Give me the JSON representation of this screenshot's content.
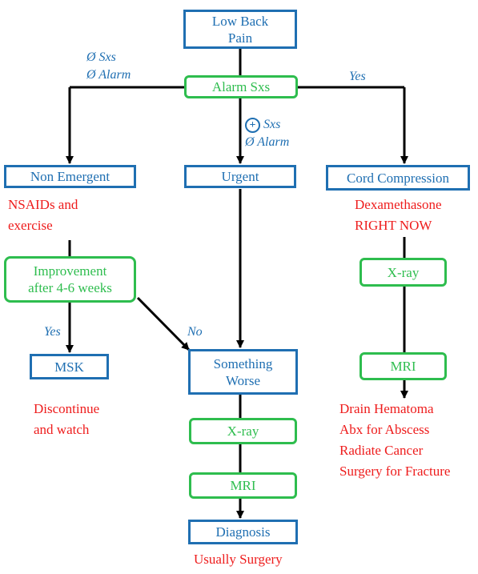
{
  "boxes": {
    "low_back_pain": [
      "Low Back",
      "Pain"
    ],
    "alarm_sxs": "Alarm Sxs",
    "non_emergent": "Non Emergent",
    "urgent": "Urgent",
    "cord_compression": "Cord Compression",
    "improvement": [
      "Improvement",
      "after 4-6 weeks"
    ],
    "msk": "MSK",
    "something_worse": [
      "Something",
      "Worse"
    ],
    "xray_center": "X-ray",
    "mri_center": "MRI",
    "diagnosis": "Diagnosis",
    "xray_right": "X-ray",
    "mri_right": "MRI"
  },
  "edge_labels": {
    "no_sxs": "Ø Sxs",
    "no_alarm_left": "Ø Alarm",
    "yes_top": "Yes",
    "plus_sxs": "Sxs",
    "plus_symbol": "+",
    "no_alarm_center": "Ø Alarm",
    "yes_left": "Yes",
    "no": "No"
  },
  "notes": {
    "nsaids": [
      "NSAIDs and",
      "exercise"
    ],
    "dexamethasone": [
      "Dexamethasone",
      "RIGHT NOW"
    ],
    "discontinue": [
      "Discontinue",
      "and watch"
    ],
    "treatments": [
      "Drain Hematoma",
      "Abx for Abscess",
      "Radiate Cancer",
      "Surgery for Fracture"
    ],
    "usually_surgery": "Usually Surgery"
  },
  "colors": {
    "blue": "#1f6fb2",
    "green": "#2ebd4e",
    "red": "#ee1c1c",
    "line": "#000000"
  }
}
